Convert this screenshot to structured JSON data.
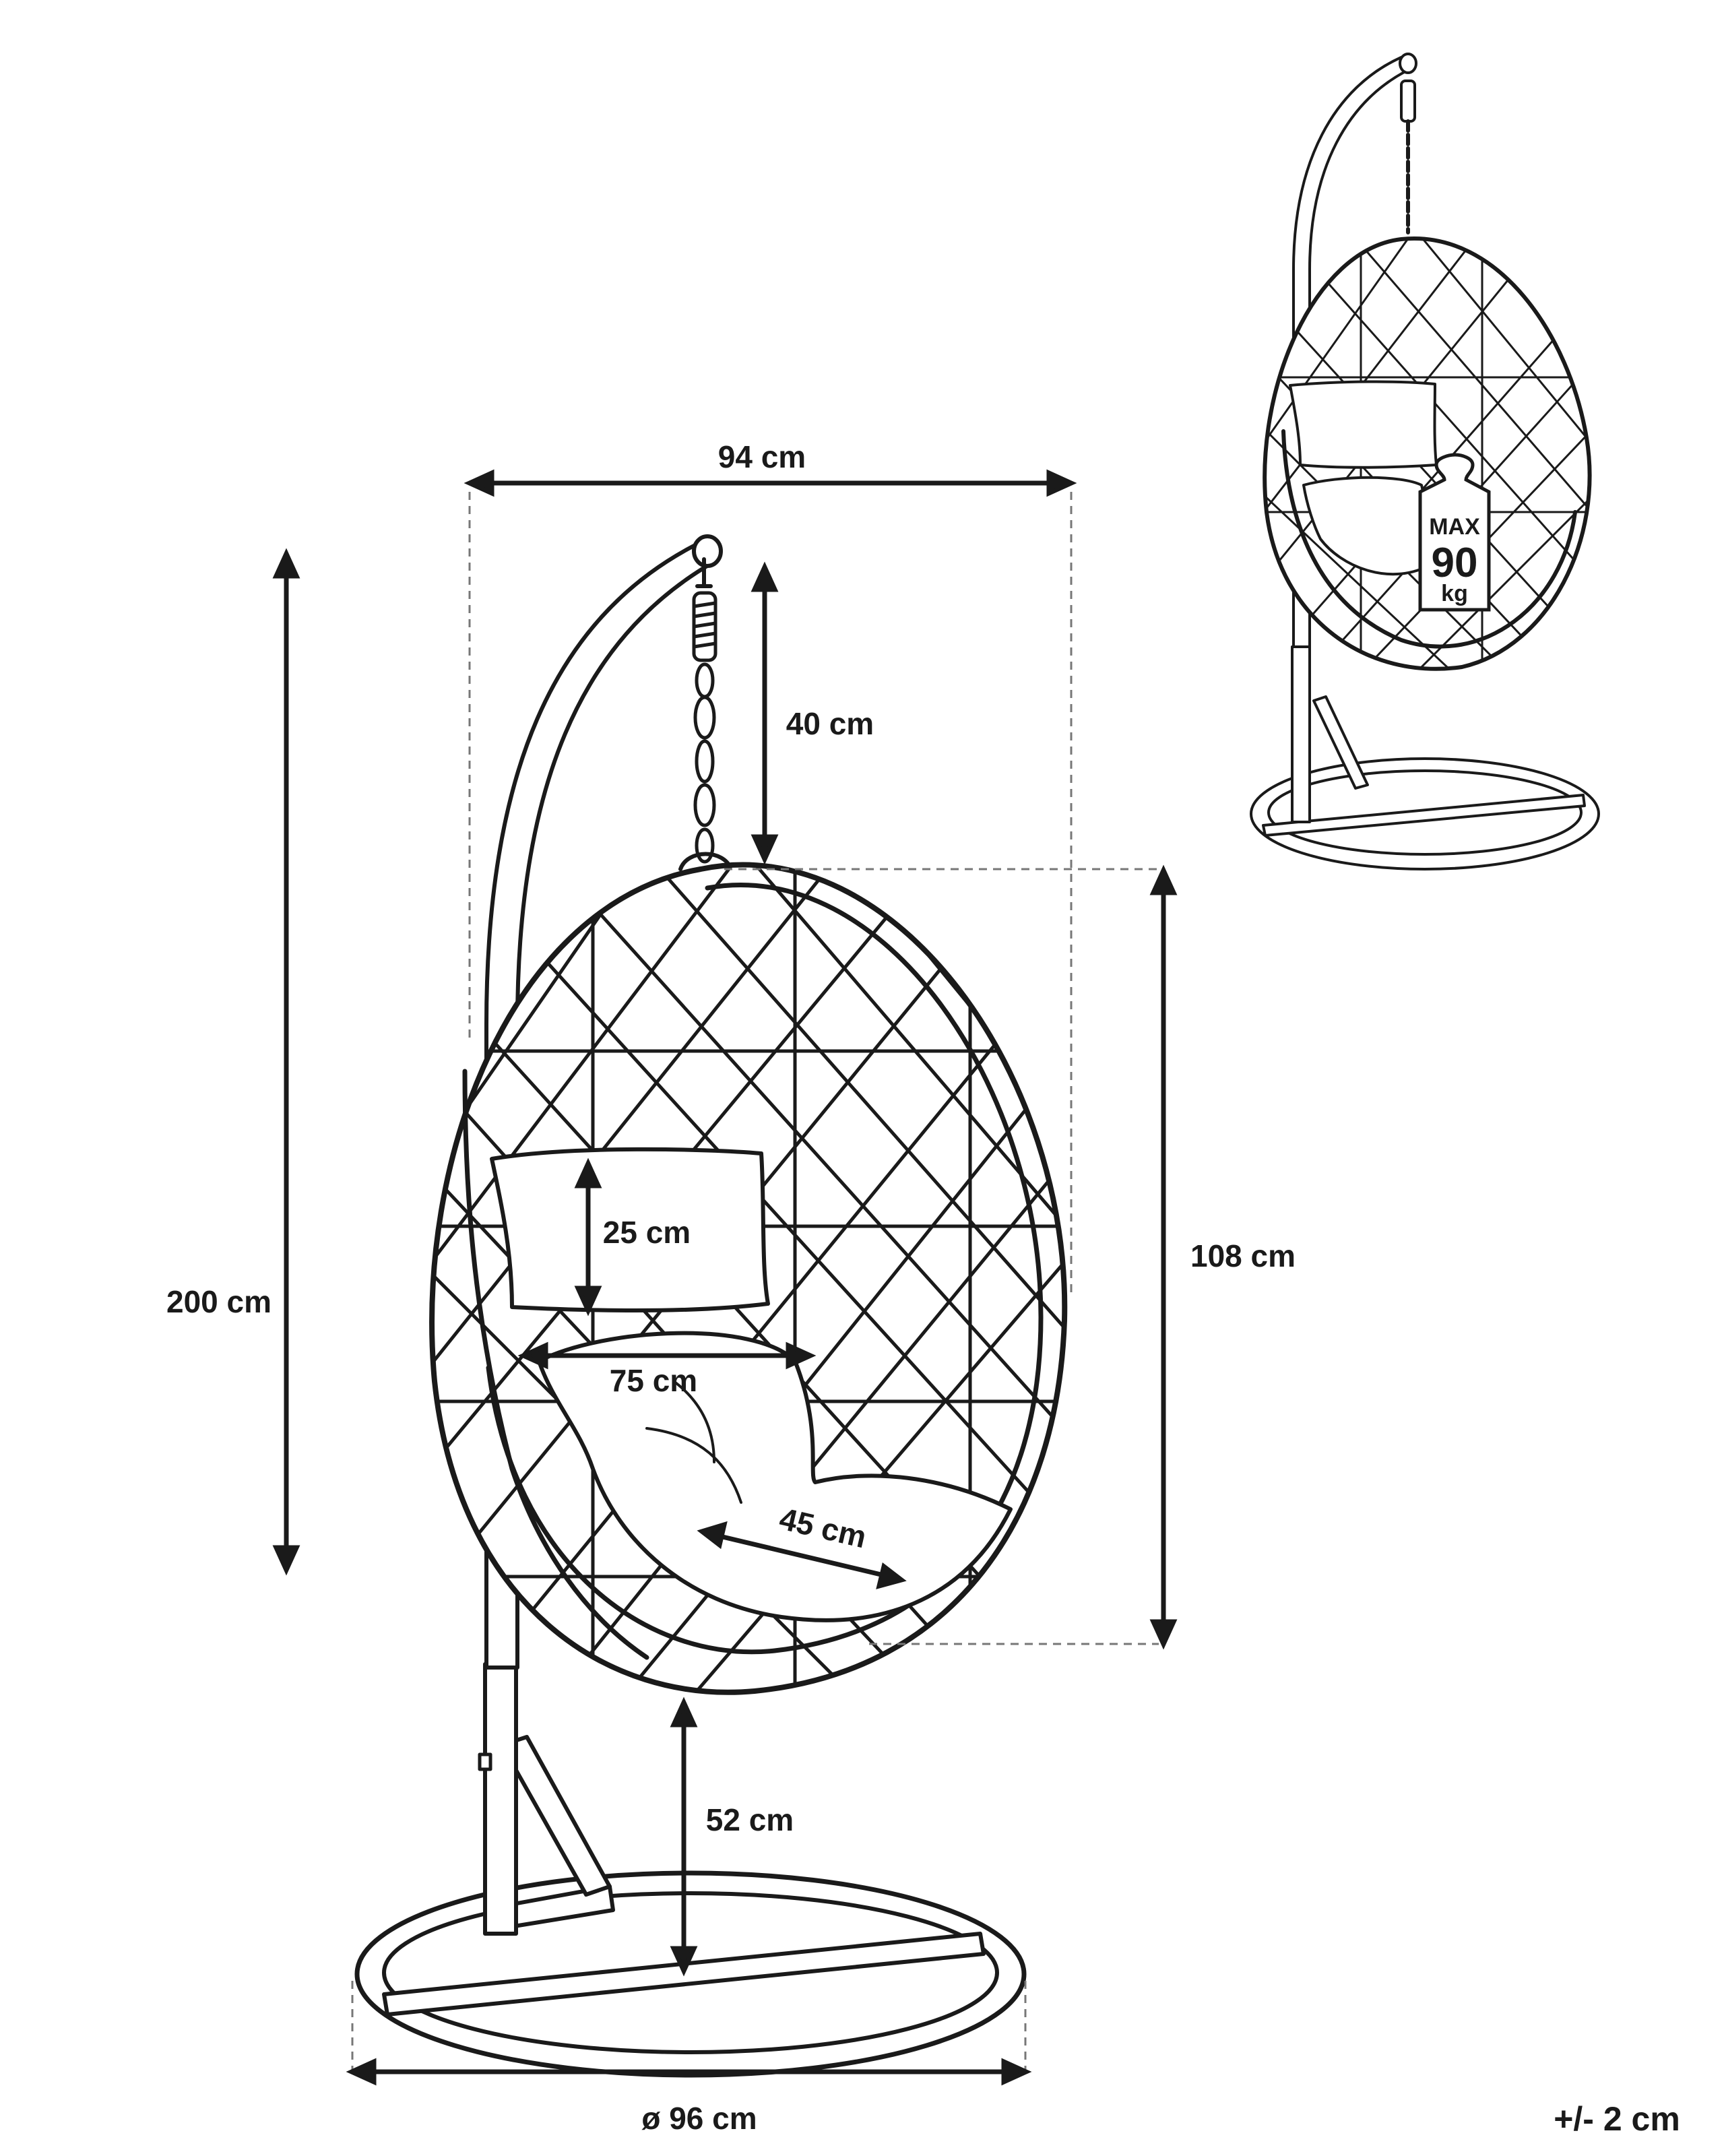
{
  "dimensions": {
    "width_top": "94 cm",
    "total_height": "200 cm",
    "chain_length": "40 cm",
    "seat_height": "108 cm",
    "cushion_height": "25 cm",
    "seat_width": "75 cm",
    "seat_depth": "45 cm",
    "clearance": "52 cm",
    "base_diameter": "ø 96 cm"
  },
  "tolerance": "+/- 2 cm",
  "load_badge": {
    "line1": "MAX",
    "line2": "90",
    "line3": "kg"
  },
  "colors": {
    "ink": "#1a1a1a",
    "guide": "#777777",
    "fill": "#ffffff"
  }
}
